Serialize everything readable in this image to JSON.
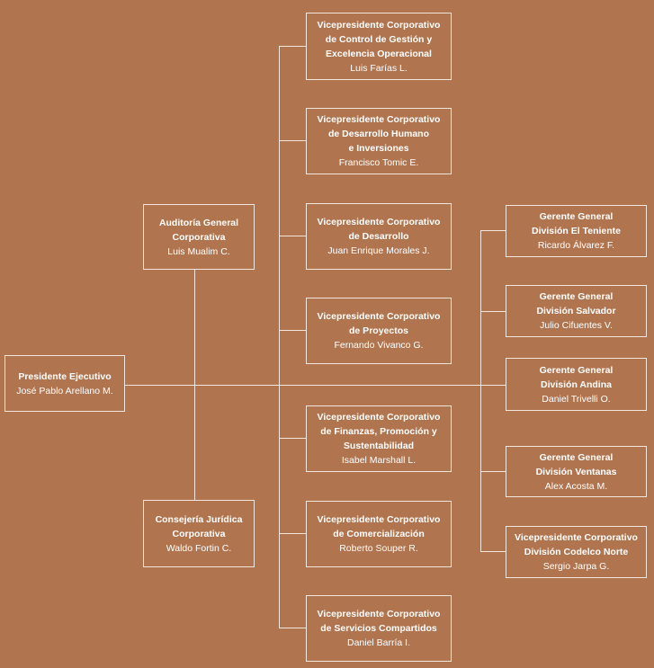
{
  "colors": {
    "background": "#b0754f",
    "line": "#f3e6dc",
    "text": "#ffffff"
  },
  "president": {
    "title": "Presidente Ejecutivo",
    "name": "José Pablo Arellano M."
  },
  "staff": {
    "auditoria": {
      "title": "Auditoría General\nCorporativa",
      "name": "Luis Mualim C."
    },
    "juridica": {
      "title": "Consejería Jurídica\nCorporativa",
      "name": "Waldo Fortin C."
    }
  },
  "vps": [
    {
      "title": "Vicepresidente Corporativo\nde Control de Gestión y\nExcelencia Operacional",
      "name": "Luis Farías L."
    },
    {
      "title": "Vicepresidente Corporativo\nde Desarrollo Humano\ne Inversiones",
      "name": "Francisco Tomic E."
    },
    {
      "title": "Vicepresidente Corporativo\nde Desarrollo",
      "name": "Juan Enrique Morales J."
    },
    {
      "title": "Vicepresidente Corporativo\nde Proyectos",
      "name": "Fernando Vivanco G."
    },
    {
      "title": "Vicepresidente Corporativo\nde Finanzas, Promoción y\nSustentabilidad",
      "name": "Isabel Marshall L."
    },
    {
      "title": "Vicepresidente Corporativo\nde Comercialización",
      "name": "Roberto Souper R."
    },
    {
      "title": "Vicepresidente Corporativo\nde Servicios Compartidos",
      "name": "Daniel Barría I."
    }
  ],
  "divisions": [
    {
      "title": "Gerente General\nDivisión El Teniente",
      "name": "Ricardo Álvarez F."
    },
    {
      "title": "Gerente General\nDivisión Salvador",
      "name": "Julio Cifuentes V."
    },
    {
      "title": "Gerente General\nDivisión Andina",
      "name": "Daniel Trivelli O."
    },
    {
      "title": "Gerente General\nDivisión Ventanas",
      "name": "Alex Acosta M."
    },
    {
      "title": "Vicepresidente Corporativo\nDivisión Codelco Norte",
      "name": "Sergio Jarpa G."
    }
  ]
}
